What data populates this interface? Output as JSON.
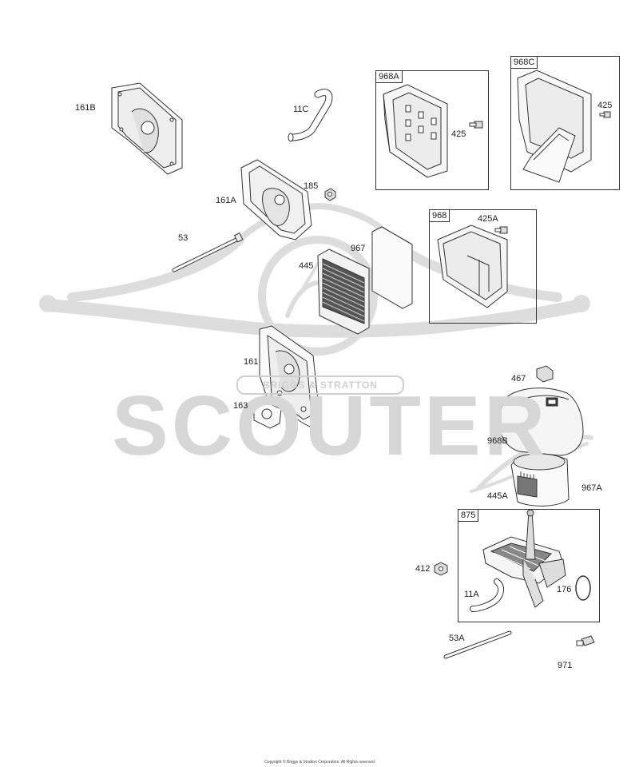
{
  "watermark": {
    "text": "SCOUTER",
    "brand": "BRIGGS & STRATTON"
  },
  "boxes": {
    "b968A": "968A",
    "b968C": "968C",
    "b968": "968",
    "b875": "875"
  },
  "labels": {
    "p161B": "161B",
    "p11C": "11C",
    "p425a": "425",
    "p425b": "425",
    "p185": "185",
    "p161A": "161A",
    "p425A": "425A",
    "p53": "53",
    "p967": "967",
    "p445": "445",
    "p161": "161",
    "p163": "163",
    "p467": "467",
    "p968B": "968B",
    "p445A": "445A",
    "p967A": "967A",
    "p412": "412",
    "p11A": "11A",
    "p176": "176",
    "p53A": "53A",
    "p971": "971"
  },
  "footer": {
    "copyright": "Copyright © Briggs & Stratton Corporation. All Rights reserved"
  }
}
